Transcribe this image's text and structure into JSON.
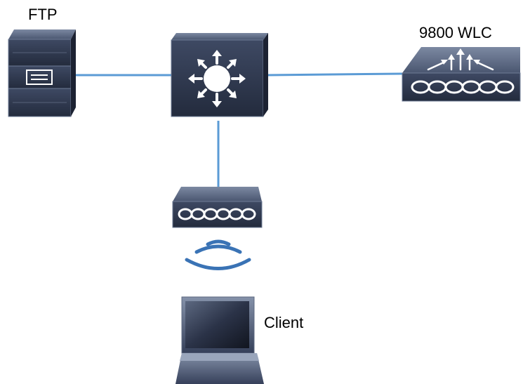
{
  "labels": {
    "ftp": "FTP",
    "wlc": "9800 WLC",
    "client": "Client"
  },
  "nodes": [
    {
      "id": "ftp-server",
      "type": "server",
      "icon": "server-icon"
    },
    {
      "id": "core-switch",
      "type": "layer3-switch",
      "icon": "layer3-switch-icon"
    },
    {
      "id": "wlc",
      "type": "wireless-lan-controller",
      "icon": "wlc-icon"
    },
    {
      "id": "access-point",
      "type": "access-point",
      "icon": "access-point-icon"
    },
    {
      "id": "client-laptop",
      "type": "laptop",
      "icon": "laptop-icon"
    }
  ],
  "links": [
    {
      "from": "ftp-server",
      "to": "core-switch",
      "kind": "wired"
    },
    {
      "from": "core-switch",
      "to": "wlc",
      "kind": "wired"
    },
    {
      "from": "core-switch",
      "to": "access-point",
      "kind": "wired"
    },
    {
      "from": "access-point",
      "to": "client-laptop",
      "kind": "wireless"
    }
  ],
  "colors": {
    "link": "#5b9bd5",
    "device_dark": "#2a3347",
    "device_mid": "#3b4660",
    "device_light": "#6a7892",
    "glyph": "#ffffff"
  }
}
